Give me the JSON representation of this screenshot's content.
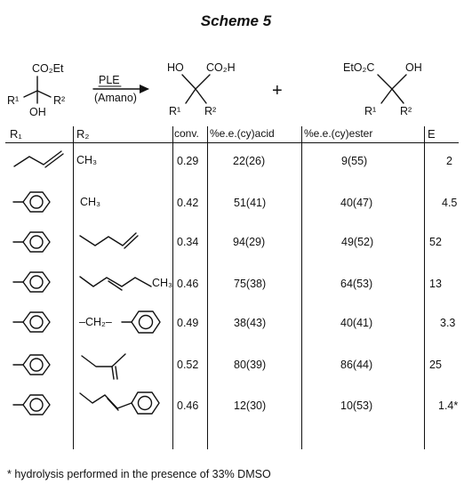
{
  "scheme": {
    "title": "Scheme 5",
    "reagent_top": "PLE",
    "reagent_bottom": "(Amano)",
    "plus": "+",
    "substrate": {
      "ester": "CO₂Et",
      "r1": "R¹",
      "r2": "R²",
      "oh": "OH"
    },
    "product_acid": {
      "ho": "HO",
      "acid": "CO₂H",
      "r1": "R¹",
      "r2": "R²"
    },
    "product_ester": {
      "ester": "EtO₂C",
      "oh": "OH",
      "r1": "R¹",
      "r2": "R²"
    }
  },
  "table": {
    "headers": {
      "r1": "R₁",
      "r2": "R₂",
      "conv": "conv.",
      "acid": "%e.e.(cy)acid",
      "ester": "%e.e.(cy)ester",
      "e": "E"
    },
    "rows": [
      {
        "r1_group": "allyl",
        "r2_group": "methyl",
        "r2_text": "CH₃",
        "conv": "0.29",
        "acid": "22(26)",
        "ester": "9(55)",
        "e": "2"
      },
      {
        "r1_group": "phenyl",
        "r2_group": "methyl",
        "r2_text": "CH₃",
        "conv": "0.42",
        "acid": "51(41)",
        "ester": "40(47)",
        "e": "4.5"
      },
      {
        "r1_group": "phenyl",
        "r2_group": "but-3-enyl",
        "conv": "0.34",
        "acid": "94(29)",
        "ester": "49(52)",
        "e": "52"
      },
      {
        "r1_group": "phenyl",
        "r2_group": "pent-3-enyl",
        "r2_text": "CH₃",
        "conv": "0.46",
        "acid": "75(38)",
        "ester": "64(53)",
        "e": "13"
      },
      {
        "r1_group": "phenyl",
        "r2_group": "benzyl",
        "r2_text": "–CH₂–",
        "conv": "0.49",
        "acid": "38(43)",
        "ester": "40(41)",
        "e": "3.3"
      },
      {
        "r1_group": "phenyl",
        "r2_group": "methallyl",
        "conv": "0.52",
        "acid": "80(39)",
        "ester": "86(44)",
        "e": "25"
      },
      {
        "r1_group": "phenyl",
        "r2_group": "cinnamyl",
        "conv": "0.46",
        "acid": "12(30)",
        "ester": "10(53)",
        "e": "1.4*"
      }
    ]
  },
  "footnote": "* hydrolysis performed in the presence of 33% DMSO"
}
